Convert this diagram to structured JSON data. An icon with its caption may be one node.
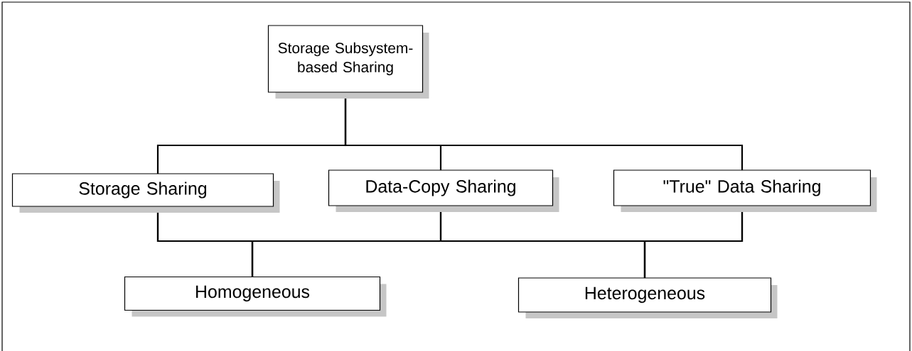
{
  "diagram": {
    "nodes": [
      {
        "text": [
          "Storage Subsystem-based Sharing"
        ]
      },
      {
        "text": [
          "Storage Sharing"
        ]
      },
      {
        "text": [
          "Data-Copy Sharing"
        ]
      },
      {
        "text": [
          "\"True\" Data Sharing"
        ]
      },
      {
        "text": [
          "Homogeneous"
        ]
      },
      {
        "text": [
          "Heterogeneous"
        ]
      }
    ],
    "edges": [
      {
        "from": 0,
        "to": 1,
        "arrow": "none"
      },
      {
        "from": 0,
        "to": 2,
        "arrow": "none"
      },
      {
        "from": 0,
        "to": 3,
        "arrow": "none"
      },
      {
        "from": 1,
        "to": 4,
        "arrow": "none"
      },
      {
        "from": 1,
        "to": 5,
        "arrow": "none"
      },
      {
        "from": 2,
        "to": 4,
        "arrow": "none"
      },
      {
        "from": 2,
        "to": 5,
        "arrow": "none"
      },
      {
        "from": 3,
        "to": 4,
        "arrow": "none"
      },
      {
        "from": 3,
        "to": 5,
        "arrow": "none"
      }
    ]
  }
}
